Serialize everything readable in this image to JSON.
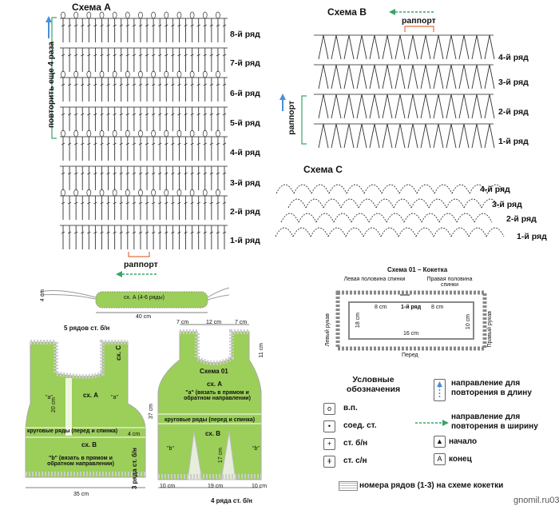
{
  "schemeA": {
    "title": "Схема А",
    "rows": [
      "8-й ряд",
      "7-й ряд",
      "6-й ряд",
      "5-й ряд",
      "4-й ряд",
      "3-й ряд",
      "2-й ряд",
      "1-й ряд"
    ],
    "repeat_text": "повторить еще 4 раза",
    "rapport": "раппорт"
  },
  "schemeB": {
    "title": "Схема В",
    "rows": [
      "4-й ряд",
      "3-й ряд",
      "2-й ряд",
      "1-й ряд"
    ],
    "rapport_top": "раппорт",
    "rapport_side": "раппорт"
  },
  "schemeC": {
    "title": "Схема С",
    "rows": [
      "4-й ряд",
      "3-й ряд",
      "2-й ряд",
      "1-й ряд"
    ]
  },
  "belt": {
    "label": "сх. А (4-6 ряды)",
    "width": "40 cm",
    "height": "4 cm"
  },
  "yoke": {
    "title": "Схема 01 – Кокетка",
    "left_back": "Левая половина спинки",
    "right_back": "Правая половина спинки",
    "row1": "1-й ряд",
    "left_sleeve": "Левый рукав",
    "right_sleeve": "Правый рукав",
    "front": "Перед",
    "dim_8a": "8 cm",
    "dim_8b": "8 cm",
    "dim_18": "18 cm",
    "dim_16": "16 cm",
    "dim_10": "10 cm"
  },
  "back": {
    "top_label": "5 рядов ст. б/н",
    "side_label": "сх. С",
    "schA": "сх. А",
    "a1": "\"а\"",
    "a2": "\"а\"",
    "dim20": "20 cm",
    "round": "круговые ряды (перед и спинка)",
    "schB": "сх. В",
    "b_note": "\"b\" (вязать в прямом и обратном направлении)",
    "dim4": "4 cm",
    "dim35": "35 cm",
    "bottom_side": "3 ряда ст. б/н"
  },
  "front": {
    "d7a": "7 cm",
    "d12": "12 cm",
    "d7b": "7 cm",
    "d11": "11 cm",
    "scheme01": "Схема 01",
    "schA": "сх. А",
    "a_note": "\"а\" (вязать в прямом и обратном направлении)",
    "d37": "37 cm",
    "round": "круговые ряды (перед и спинка)",
    "schB": "сх. В",
    "b1": "\"b\"",
    "b2": "\"b\"",
    "d17": "17 cm",
    "d10a": "10 cm",
    "d19": "19 cm",
    "d10b": "10 cm",
    "bottom": "4 ряда ст. б/н"
  },
  "legend": {
    "title": "Условные обозначения",
    "items": [
      {
        "sym": "o",
        "label": "в.п."
      },
      {
        "sym": "•",
        "label": "соед. ст."
      },
      {
        "sym": "+",
        "label": "ст. б/н"
      },
      {
        "sym": "ǂ",
        "label": "ст. с/н"
      }
    ],
    "len_dir": "направление для повторения в длину",
    "wid_dir": "направление для повторения в ширину",
    "start": "начало",
    "end": "конец",
    "row_numbers": "номера рядов (1-3) на схеме кокетки",
    "colors": {
      "green": "#9cce5a",
      "arrow": "#4a8fd6",
      "dash": "#3aa36a",
      "bracket": "#e07040"
    }
  },
  "watermark": "gnomil.ru03"
}
